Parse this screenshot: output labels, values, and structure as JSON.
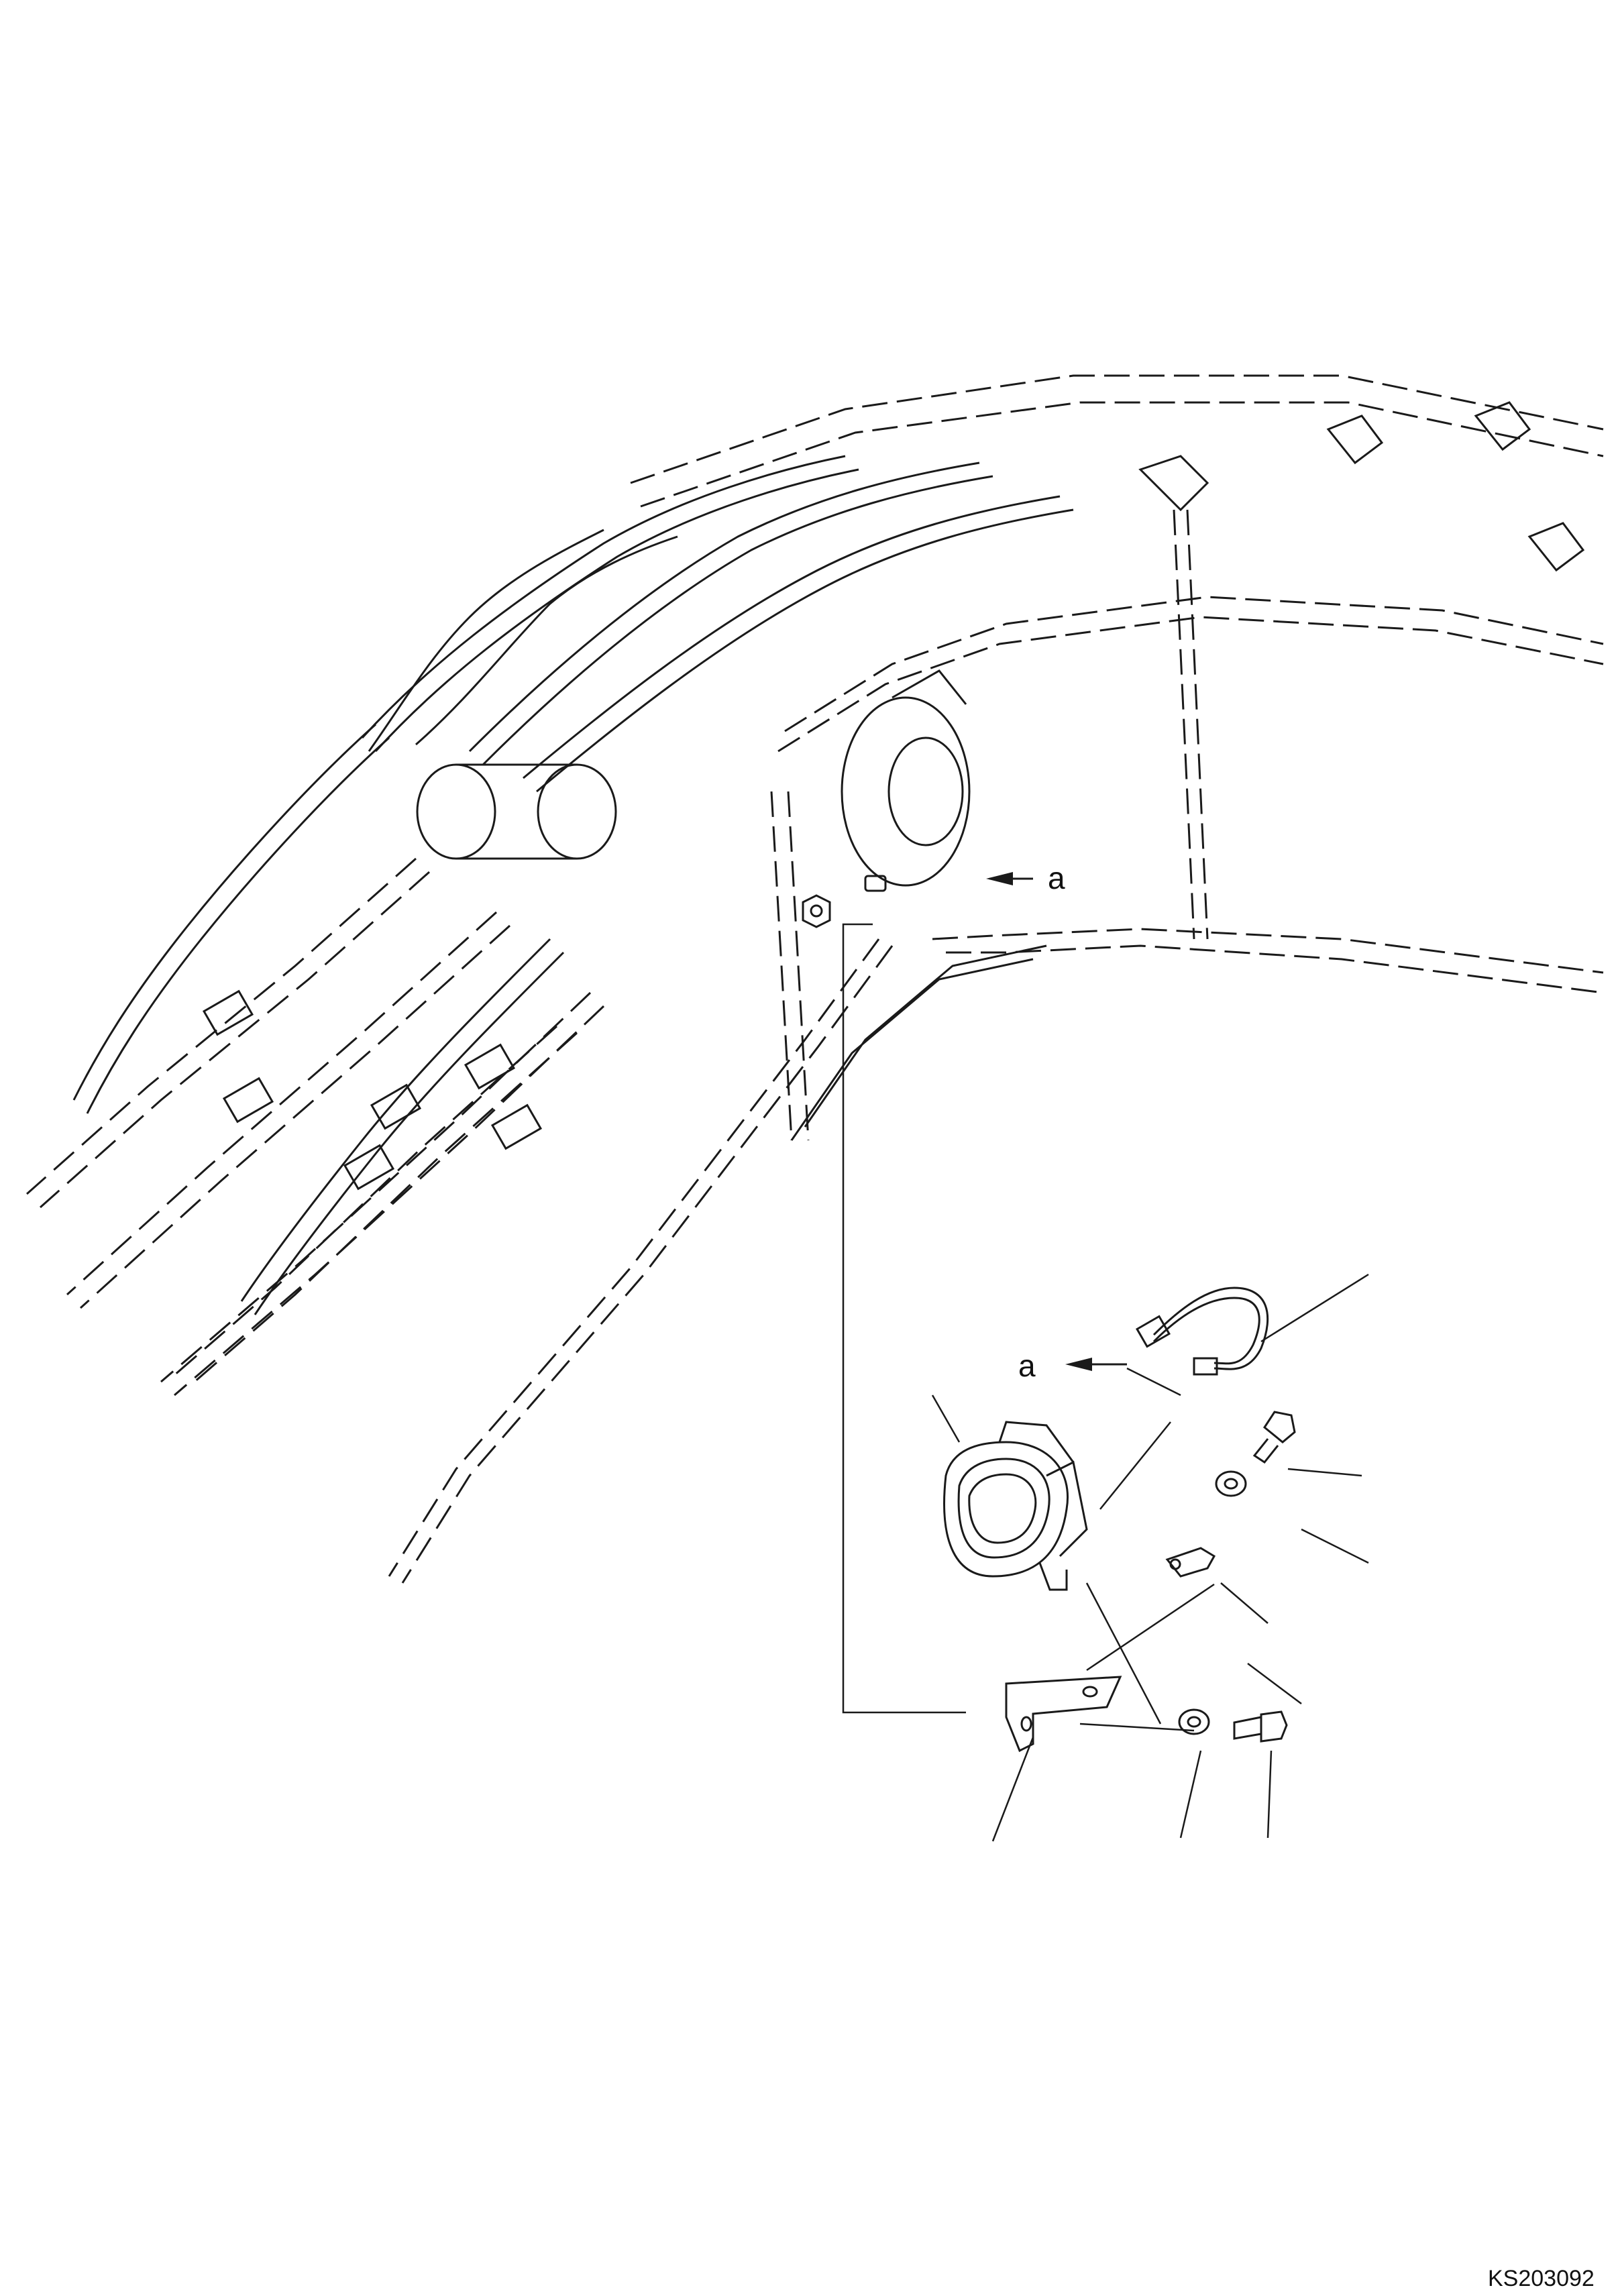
{
  "callouts": {
    "upper_ref": "a",
    "lower_ref": "a"
  },
  "drawing_code": "KS203092",
  "colors": {
    "line": "#1a1a1a",
    "background": "#ffffff"
  },
  "icons": {
    "work_lamp": "work-lamp-icon",
    "bracket": "bracket-icon",
    "bolt": "bolt-icon",
    "washer": "washer-icon",
    "cable_clip": "cable-clip-icon",
    "wiring_harness": "wiring-harness-icon"
  }
}
